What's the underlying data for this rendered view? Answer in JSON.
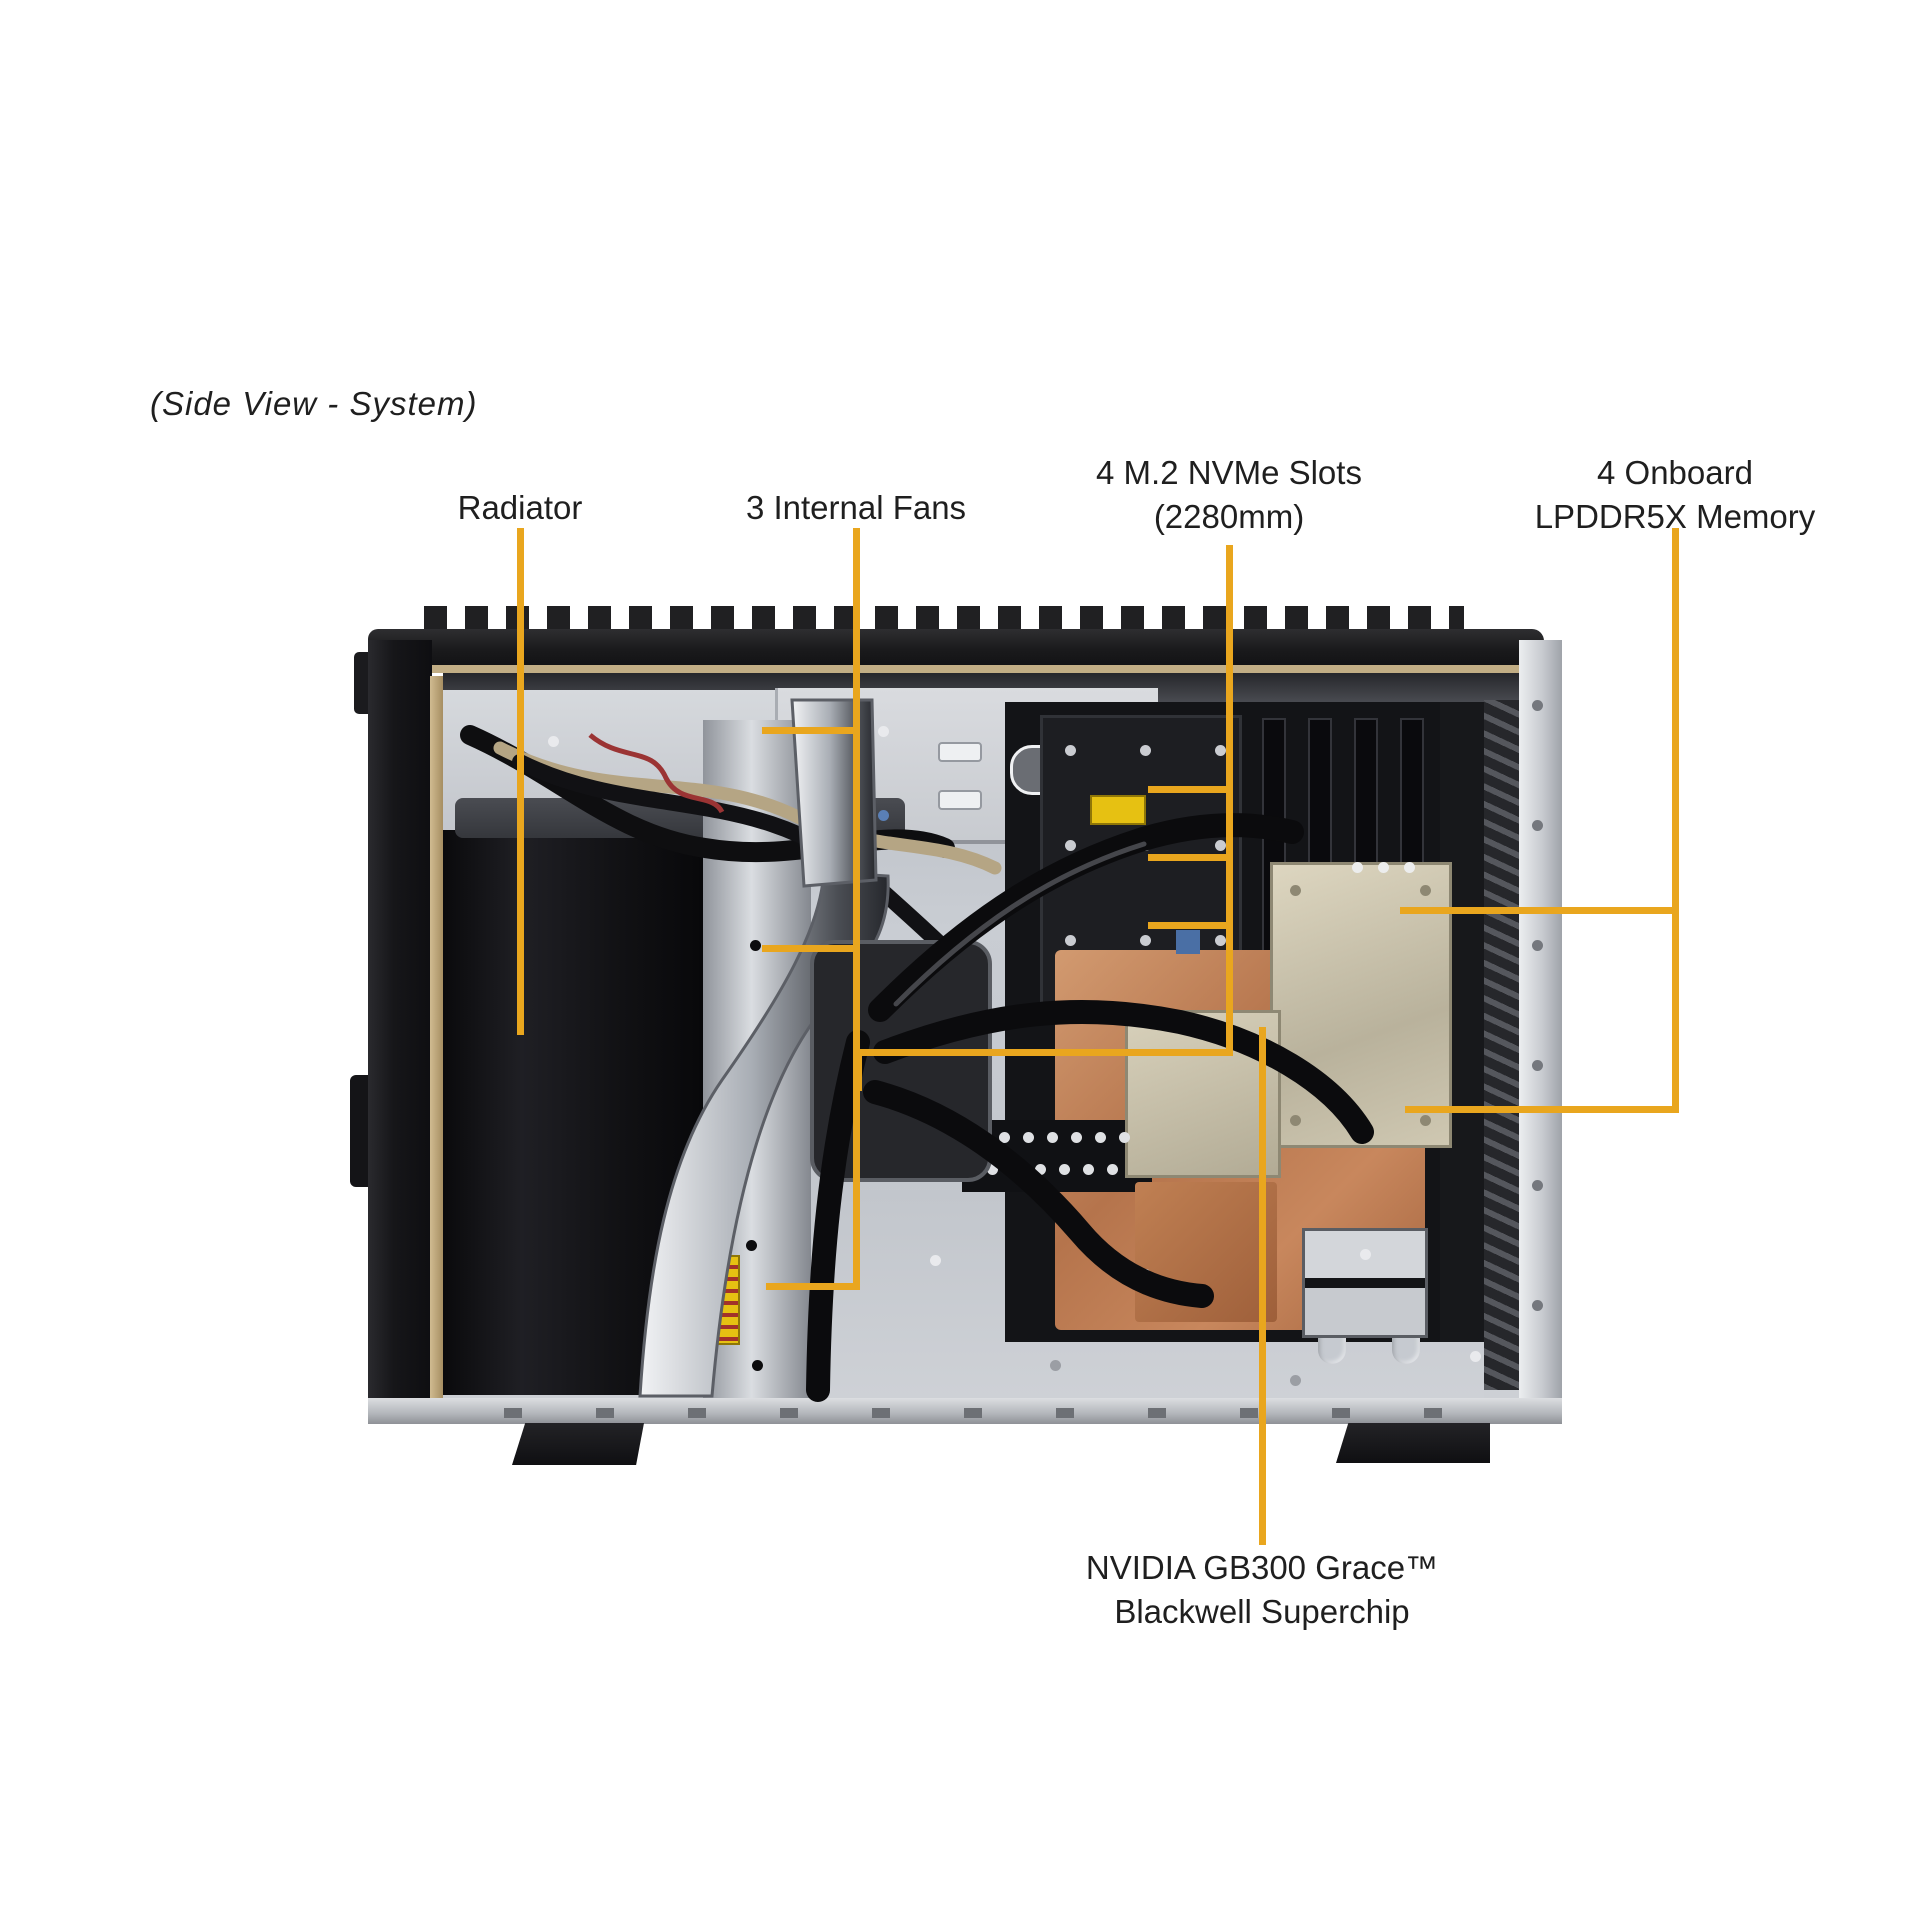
{
  "title": "(Side View - System)",
  "accent_color": "#E9A61E",
  "callouts": {
    "radiator": {
      "label": "Radiator"
    },
    "internal_fans": {
      "label": "3 Internal Fans"
    },
    "m2_slots": {
      "line1": "4 M.2 NVMe Slots",
      "line2": "(2280mm)"
    },
    "memory": {
      "line1": "4 Onboard",
      "line2": "LPDDR5X Memory"
    },
    "superchip": {
      "line1": "NVIDIA GB300 Grace™",
      "line2": "Blackwell Superchip"
    }
  },
  "illustration": {
    "subject": "Workstation chassis interior, side view photograph",
    "parts": [
      "top heatsink fins",
      "front bezel with gold trim",
      "drive bay with cables",
      "internal fan housing",
      "radiator block",
      "chrome coolant bracket",
      "coolant tubes",
      "motherboard",
      "M.2 heatsink",
      "memory slot bank",
      "copper cold plates",
      "champagne heatsink plates",
      "rear vent column",
      "chassis feet",
      "warning stickers"
    ],
    "colors": {
      "chassis_black": "#1b1b1d",
      "gold_trim": "#c2ae85",
      "interior_gray": "#c9cdd3",
      "copper": "#c08057",
      "champagne": "#cfc8b4",
      "pcb_black": "#131417",
      "leader_yellow": "#E9A61E"
    }
  }
}
